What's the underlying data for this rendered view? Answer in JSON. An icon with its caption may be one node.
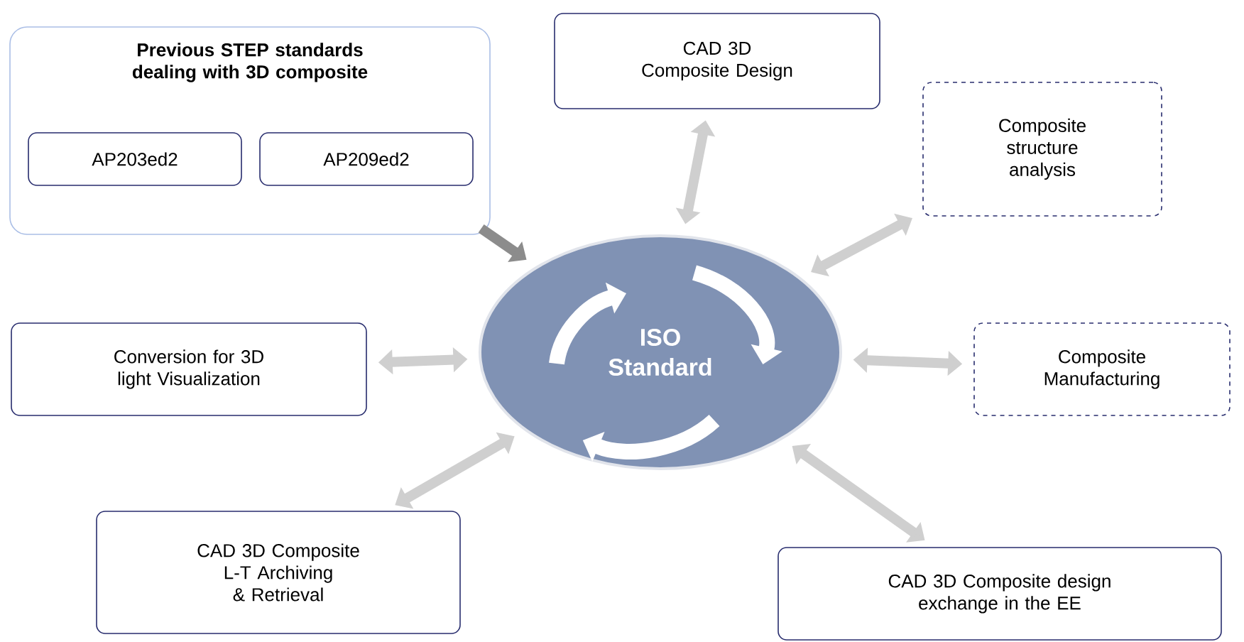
{
  "diagram": {
    "nodes": [
      {
        "text": [
          "Previous STEP standards dealing with 3D composite"
        ]
      },
      {
        "text": [
          "AP203ed2"
        ],
        "in": 0
      },
      {
        "text": [
          "AP209ed2"
        ],
        "in": 0
      },
      {
        "text": [
          "CAD 3D Composite Design"
        ]
      },
      {
        "text": [
          "Composite structure analysis"
        ]
      },
      {
        "text": [
          "Conversion for 3D light Visualization"
        ]
      },
      {
        "text": [
          "ISO Standard"
        ]
      },
      {
        "text": [
          "Composite Manufacturing"
        ]
      },
      {
        "text": [
          "CAD 3D Composite L-T Archiving & Retrieval"
        ]
      },
      {
        "text": [
          "CAD 3D Composite design exchange in the EE"
        ]
      }
    ],
    "edges": [
      {
        "from": 0,
        "to": 6,
        "arrow": "to",
        "color": "#8c8c8c"
      },
      {
        "from": 6,
        "to": 3,
        "arrow": "both"
      },
      {
        "from": 6,
        "to": 4,
        "arrow": "both"
      },
      {
        "from": 5,
        "to": 6,
        "arrow": "both"
      },
      {
        "from": 6,
        "to": 7,
        "arrow": "both"
      },
      {
        "from": 6,
        "to": 8,
        "arrow": "both"
      },
      {
        "from": 6,
        "to": 9,
        "arrow": "both"
      }
    ]
  }
}
